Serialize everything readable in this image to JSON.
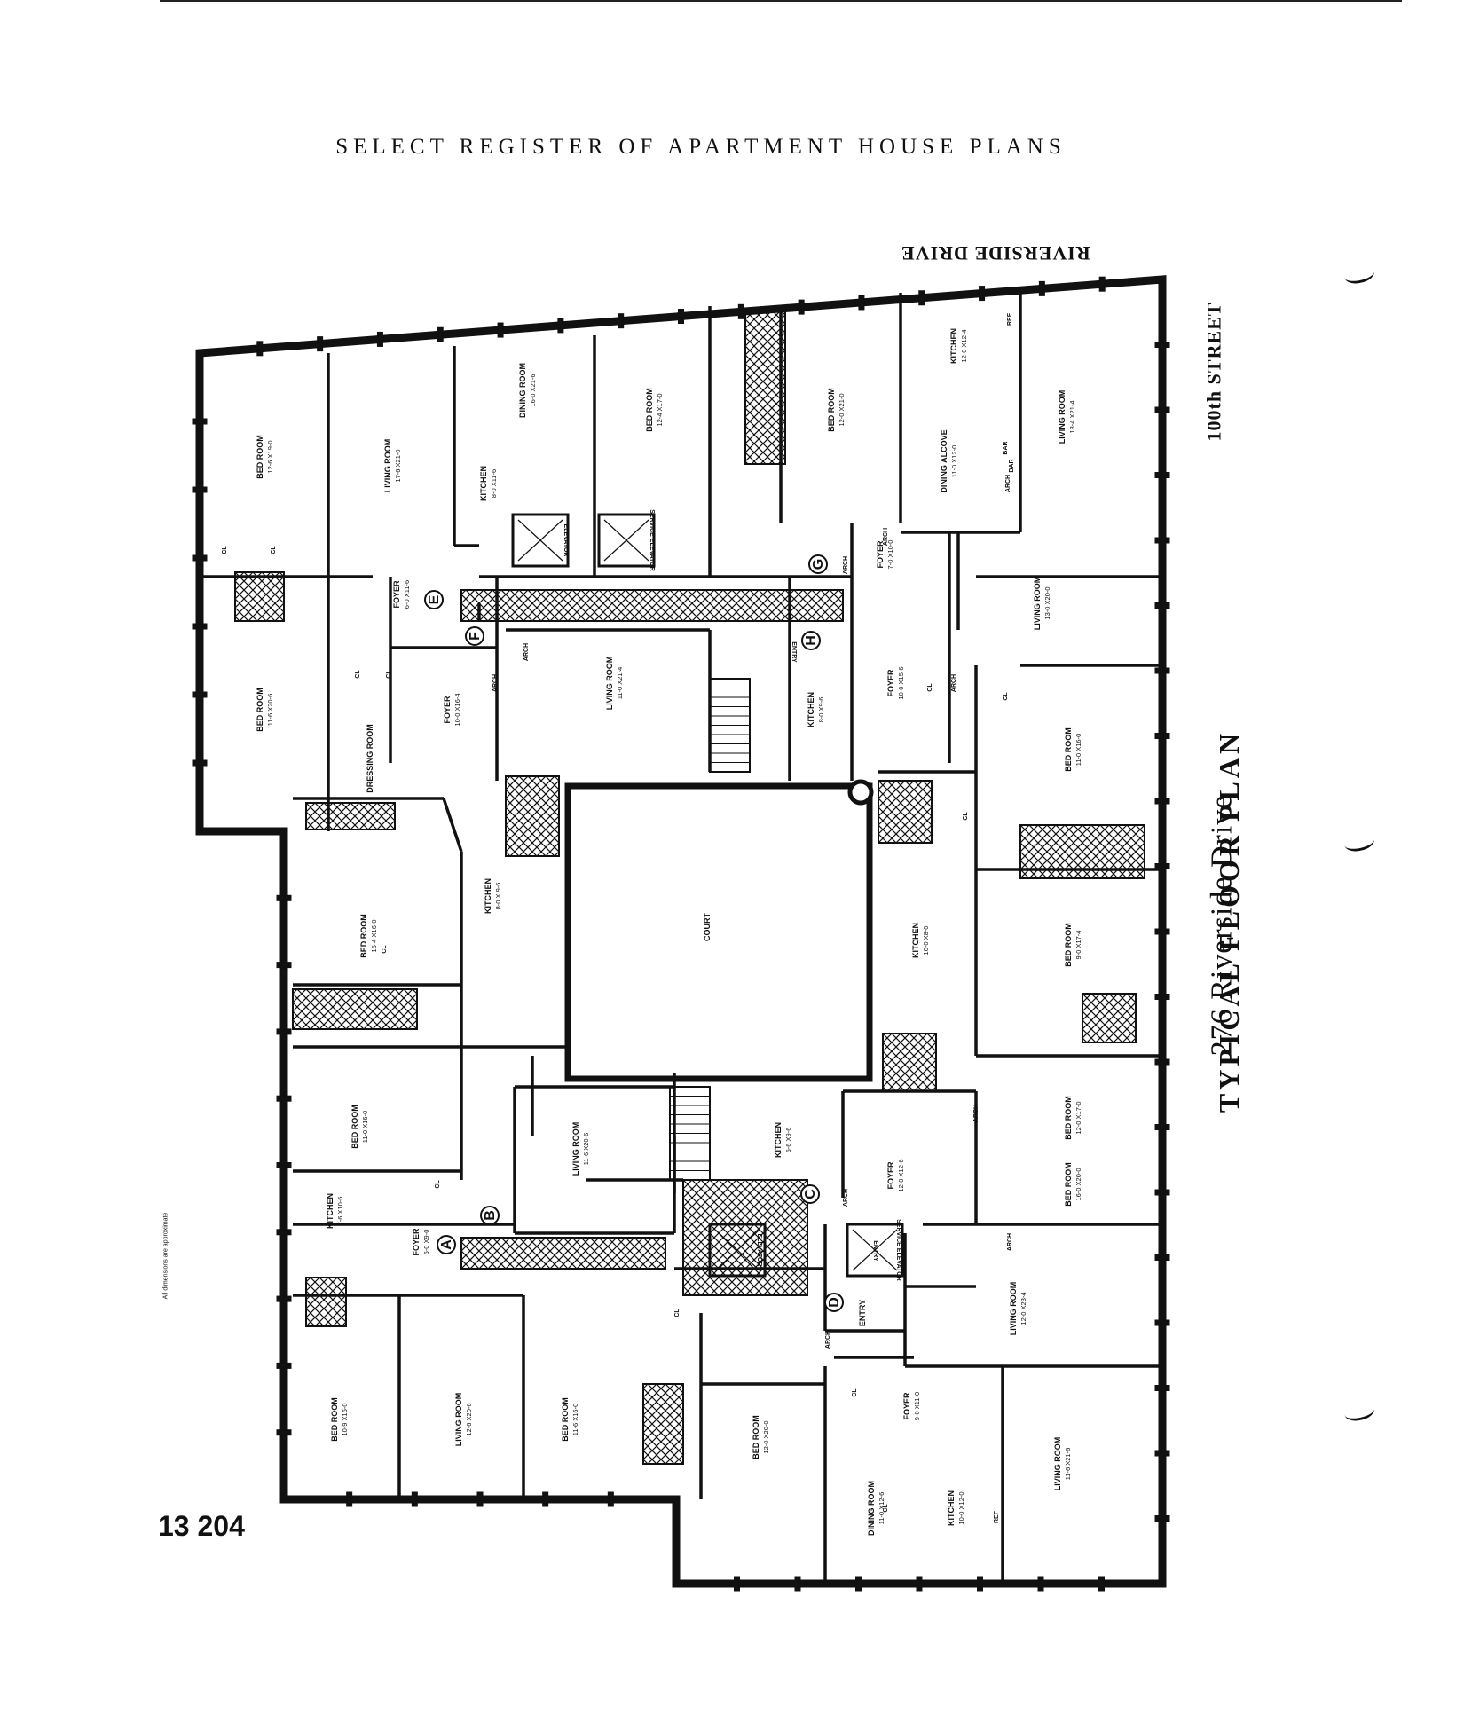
{
  "page": {
    "header": "SELECT REGISTER OF APARTMENT HOUSE PLANS",
    "street_top": "RIVERSIDE DRIVE",
    "street_right": "100th STREET",
    "plan_title": "TYPICAL FLOOR PLAN",
    "plan_address": "276 Riverside Drive",
    "sheet_number": "13 204",
    "disclaimer": "All dimensions are approximate"
  },
  "colors": {
    "ink": "#111111",
    "paper": "#ffffff"
  },
  "rooms": [
    {
      "name": "BED ROOM",
      "dims": "12-6 X19-0"
    },
    {
      "name": "LIVING ROOM",
      "dims": "17-6 X21-0"
    },
    {
      "name": "DINING ROOM",
      "dims": "16-0 X21-6"
    },
    {
      "name": "KITCHEN",
      "dims": "8-0 X11-6"
    },
    {
      "name": "BED ROOM",
      "dims": "12-4 X17-0"
    },
    {
      "name": "BED ROOM",
      "dims": "12-0 X21-0"
    },
    {
      "name": "KITCHEN",
      "dims": "12-0 X12-4"
    },
    {
      "name": "DINING ALCOVE",
      "dims": "11-0 X12-0"
    },
    {
      "name": "LIVING ROOM",
      "dims": "13-4 X21-4"
    },
    {
      "name": "FOYER",
      "dims": "6-0 X11-6"
    },
    {
      "name": "FOYER",
      "dims": "7-0 X10-0"
    },
    {
      "name": "LIVING ROOM",
      "dims": "13-0 X20-0"
    },
    {
      "name": "BED ROOM",
      "dims": "11-6 X20-6"
    },
    {
      "name": "DRESSING ROOM",
      "dims": ""
    },
    {
      "name": "FOYER",
      "dims": "10-0 X16-4"
    },
    {
      "name": "LIVING ROOM",
      "dims": "11-0 X21-4"
    },
    {
      "name": "KITCHEN",
      "dims": "8-0 X9-6"
    },
    {
      "name": "FOYER",
      "dims": "10-0 X15-6"
    },
    {
      "name": "BED ROOM",
      "dims": "11-0 X16-0"
    },
    {
      "name": "BED ROOM",
      "dims": "16-4 X16-0"
    },
    {
      "name": "KITCHEN",
      "dims": "8-0 X 9-6"
    },
    {
      "name": "COURT",
      "dims": ""
    },
    {
      "name": "KITCHEN",
      "dims": "10-0 X8-0"
    },
    {
      "name": "BED ROOM",
      "dims": "9-0 X17-4"
    },
    {
      "name": "BED ROOM",
      "dims": "12-0 X17-0"
    },
    {
      "name": "BED ROOM",
      "dims": "11-0 X16-0"
    },
    {
      "name": "LIVING ROOM",
      "dims": "11-6 X20-6"
    },
    {
      "name": "KITCHEN",
      "dims": "6-6 X9-6"
    },
    {
      "name": "FOYER",
      "dims": "12-0 X12-6"
    },
    {
      "name": "BED ROOM",
      "dims": "16-0 X20-0"
    },
    {
      "name": "KITCHEN",
      "dims": "7-6 X10-6"
    },
    {
      "name": "FOYER",
      "dims": "6-0 X9-0"
    },
    {
      "name": "LIVING ROOM",
      "dims": "12-0 X23-4"
    },
    {
      "name": "BED ROOM",
      "dims": "10-9 X16-0"
    },
    {
      "name": "LIVING ROOM",
      "dims": "12-6 X20-6"
    },
    {
      "name": "BED ROOM",
      "dims": "11-6 X16-0"
    },
    {
      "name": "BED ROOM",
      "dims": "12-0 X20-0"
    },
    {
      "name": "ENTRY",
      "dims": ""
    },
    {
      "name": "FOYER",
      "dims": "9-0 X11-0"
    },
    {
      "name": "DINING ROOM",
      "dims": "11-0 X12-6"
    },
    {
      "name": "KITCHEN",
      "dims": "10-0 X12-0"
    },
    {
      "name": "LIVING ROOM",
      "dims": "11-6 X21-6"
    }
  ],
  "stair_labels": [
    "ELEVATOR",
    "SERVICE ELEVATOR",
    "ELEVATOR",
    "SERVICE ELEVATOR",
    "ENTRY",
    "ENTRY"
  ],
  "marker_letters": [
    "A",
    "B",
    "C",
    "D",
    "E",
    "F",
    "G",
    "H"
  ],
  "feature_labels": [
    "ARCH",
    "CL",
    "BAR",
    "REF"
  ]
}
